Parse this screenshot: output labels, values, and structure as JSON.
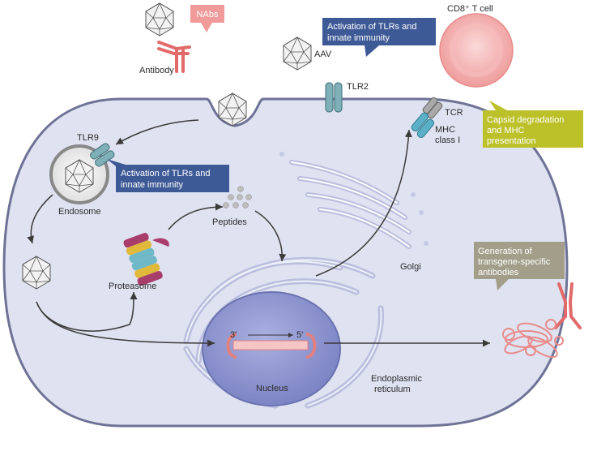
{
  "labels": {
    "nabs": "NAbs",
    "antibody": "Antibody",
    "aav": "AAV",
    "tlr2": "TLR2",
    "cd8_cell": "CD8⁺ T cell",
    "tcr": "TCR",
    "mhc_line1": "MHC",
    "mhc_line2": "class I",
    "tlr9": "TLR9",
    "endosome": "Endosome",
    "peptides": "Peptides",
    "proteasome": "Proteasome",
    "golgi": "Golgi",
    "nucleus": "Nucleus",
    "er_line1": "Endoplasmic",
    "er_line2": "reticulum",
    "three_prime": "3′",
    "five_prime": "5′"
  },
  "callouts": {
    "tlr_top": {
      "line1": "Activation of TLRs and",
      "line2": "innate immunity"
    },
    "tlr_endosome": {
      "line1": "Activation of TLRs and",
      "line2": "innate immunity"
    },
    "capsid": {
      "line1": "Capsid degradation",
      "line2": "and MHC",
      "line3": "presentation"
    },
    "transgene": {
      "line1": "Generation of",
      "line2": "transgene-specific",
      "line3": "antibodies"
    }
  },
  "colors": {
    "cell_fill": "#dfe2f1",
    "cell_stroke": "#6e7396",
    "callout_blue": "#3e5a96",
    "callout_yellow": "#bcc12a",
    "callout_grey": "#a39e8a",
    "callout_pink": "#f09a9a",
    "antibody": "#e26a6a",
    "nucleus": "#8e95cc",
    "t_cell": "#f4a7a7"
  }
}
